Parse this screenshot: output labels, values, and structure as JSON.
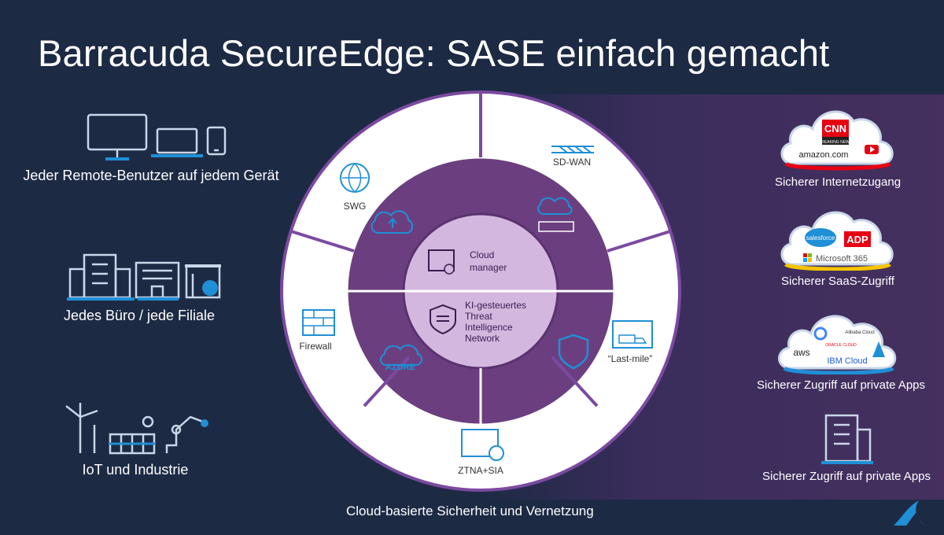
{
  "title": "Barracuda SecureEdge: SASE einfach gemacht",
  "left_items": [
    {
      "label": "Jeder Remote-Benutzer auf jedem Gerät",
      "icon": "devices-icon"
    },
    {
      "label": "Jedes Büro / jede Filiale",
      "icon": "buildings-icon"
    },
    {
      "label": "IoT und Industrie",
      "icon": "industry-icon"
    }
  ],
  "wheel": {
    "center_top": "Cloud manager",
    "center_top_line1": "Cloud",
    "center_top_line2": "manager",
    "center_bottom_line1": "KI-gesteuertes",
    "center_bottom_line2": "Threat",
    "center_bottom_line3": "Intelligence",
    "center_bottom_line4": "Network",
    "outer_segments": {
      "swg": "SWG",
      "sdwan": "SD-WAN",
      "firewall": "Firewall",
      "lastmile": "“Last-mile”",
      "ztna": "ZTNA+SIA"
    },
    "azure_label": "AZURE"
  },
  "right_items": [
    {
      "label": "Sicherer Internetzugang",
      "logos": [
        "CNN",
        "BREAKING NEWS",
        "amazon.com"
      ]
    },
    {
      "label": "Sicherer SaaS-Zugriff",
      "logos": [
        "salesforce",
        "ADP",
        "Microsoft 365"
      ]
    },
    {
      "label": "Sicherer Zugriff auf private Apps",
      "logos": [
        "Alibaba Cloud",
        "ORACLE CLOUD",
        "aws",
        "IBM Cloud"
      ]
    },
    {
      "label": "Sicherer Zugriff auf private Apps",
      "logos": []
    }
  ],
  "footer_caption": "Cloud-basierte Sicherheit und Vernetzung",
  "colors": {
    "background": "#1d2a44",
    "ring_white": "#ffffff",
    "ring_purple": "#6b3f7f",
    "center_light": "#d3b7df",
    "accent_blue": "#1f8fd6",
    "accent_red": "#e60012",
    "accent_yellow": "#f6c400"
  }
}
